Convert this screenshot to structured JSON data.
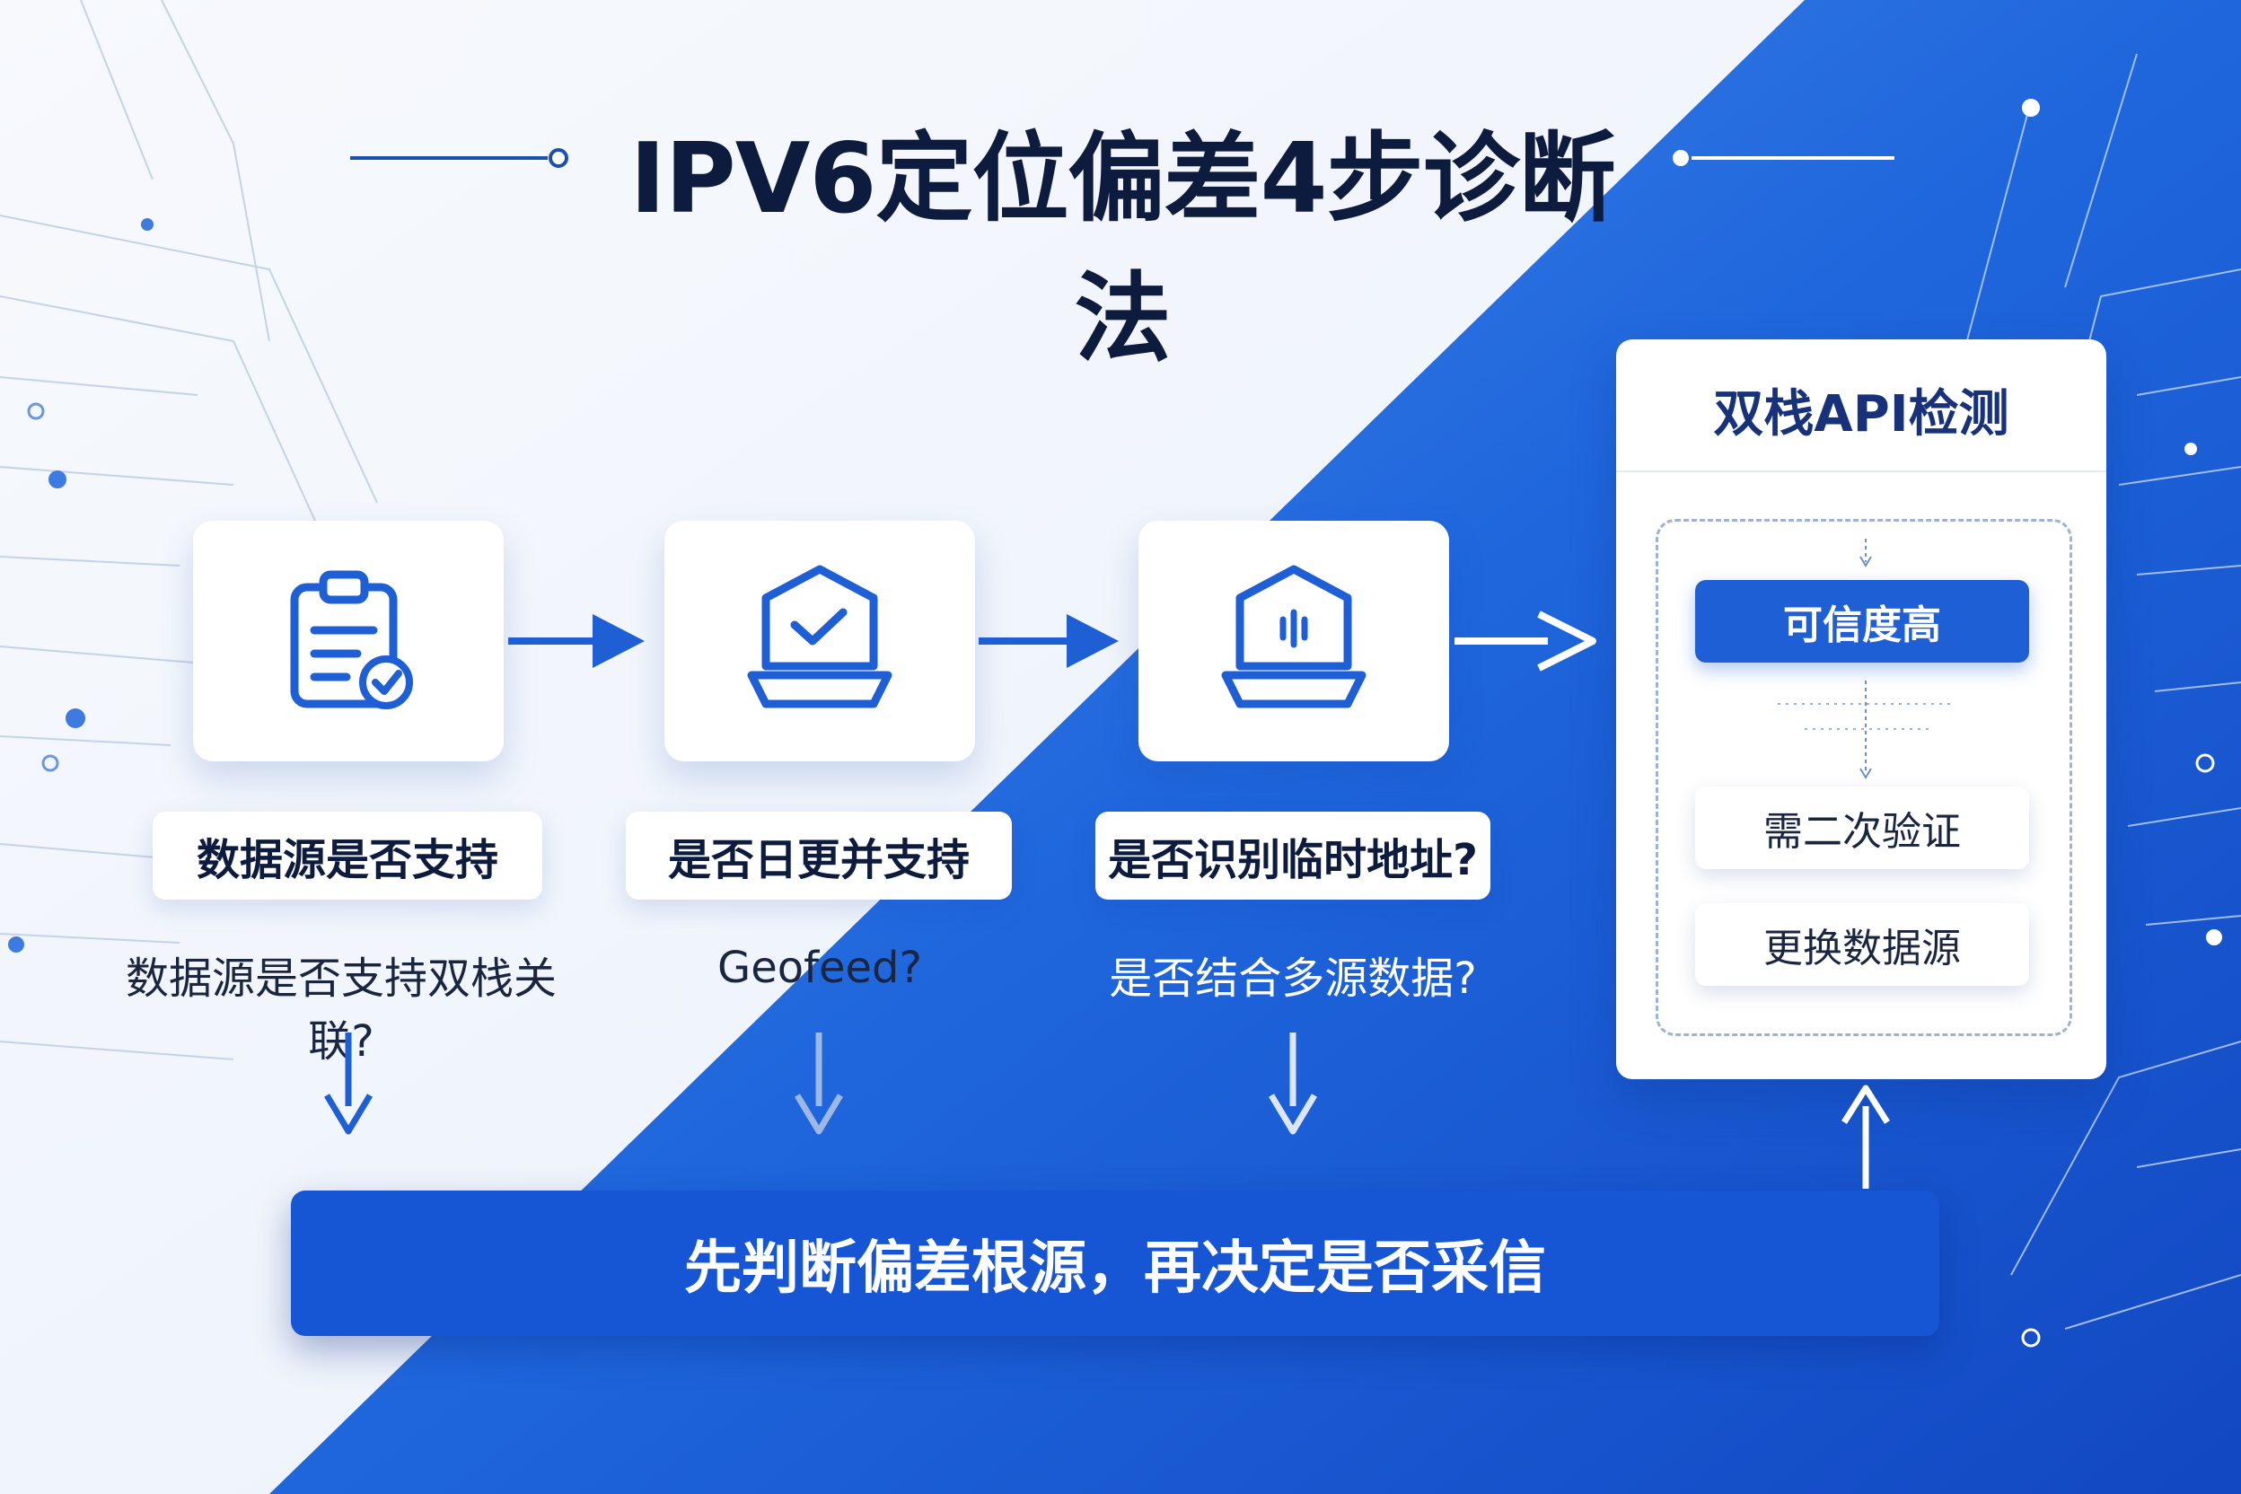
{
  "title": "IPV6定位偏差4步诊断法",
  "steps": [
    {
      "label": "数据源是否支持",
      "subtext": "数据源是否支持双栈关联?",
      "icon": "clipboard-check-icon"
    },
    {
      "label": "是否日更并支持",
      "subtext": "Geofeed?",
      "icon": "laptop-check-icon"
    },
    {
      "label": "是否识别临时地址?",
      "subtext": "是否结合多源数据?",
      "icon": "laptop-signal-icon"
    }
  ],
  "panel": {
    "title": "双栈API检测",
    "options": [
      "可信度高",
      "需二次验证",
      "更换数据源"
    ]
  },
  "banner": "先判断偏差根源，再决定是否采信",
  "colors": {
    "primary": "#1f5fd6",
    "dark_text": "#0d1b3e",
    "background_light": "#f2f6fc",
    "background_blue": "#1a5ad8"
  }
}
